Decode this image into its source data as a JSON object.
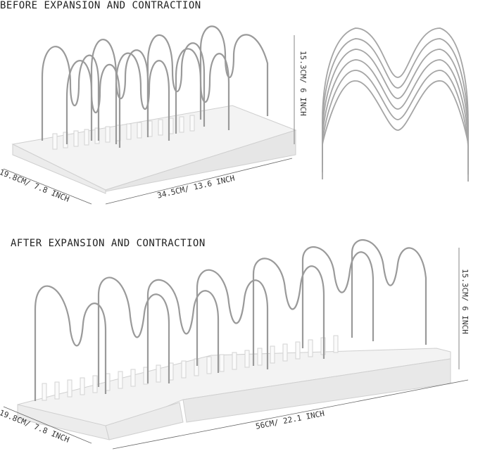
{
  "headings": {
    "before": "BEFORE EXPANSION AND CONTRACTION",
    "after": "AFTER EXPANSION AND CONTRACTION"
  },
  "dimensions": {
    "before_height": "15.3CM/ 6 INCH",
    "before_depth": "19.8CM/ 7.8 INCH",
    "before_length": "34.5CM/ 13.6 INCH",
    "after_height": "15.3CM/ 6 INCH",
    "after_depth": "19.8CM/ 7.8 INCH",
    "after_length": "56CM/ 22.1 INCH"
  },
  "colors": {
    "wire": "#9a9a9a",
    "base": "#f2f2f2",
    "base_edge": "#c9c9c9",
    "text": "#222222"
  }
}
